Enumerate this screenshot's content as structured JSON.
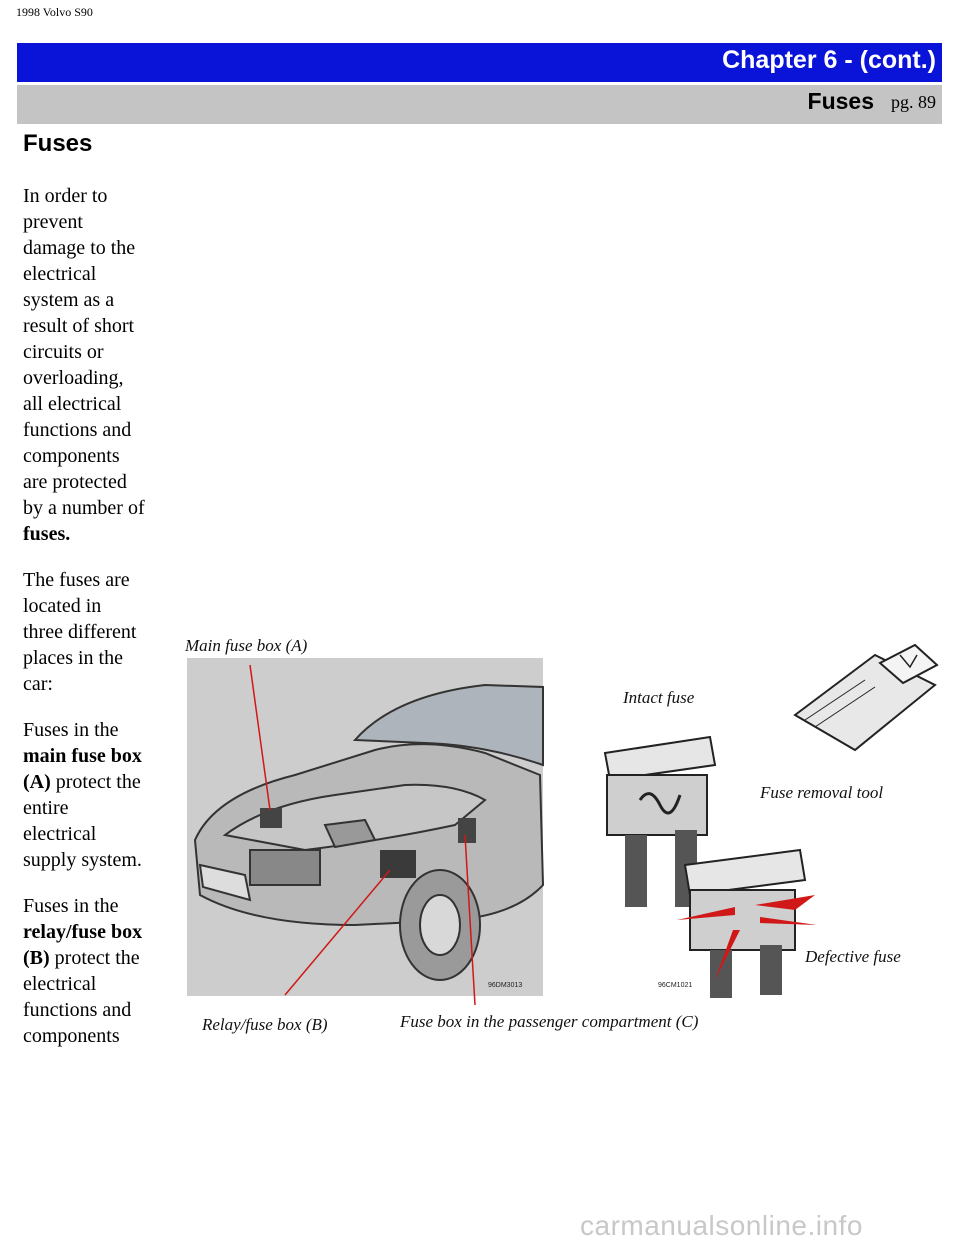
{
  "doc_header": "1998 Volvo S90",
  "chapter_bar": {
    "title": "Chapter 6 - (cont.)",
    "color": "#0a14d8"
  },
  "section_bar": {
    "title": "Fuses",
    "page": "pg. 89",
    "color": "#c4c4c4"
  },
  "heading": "Fuses",
  "paragraphs": {
    "p1_text": "In order to prevent damage to the electrical system as a result of short circuits or overloading, all electrical functions and components are protected by a number of ",
    "p1_bold": "fuses.",
    "p2": "The fuses are located in three different places in the car:",
    "p3_pre": "Fuses in the ",
    "p3_bold": "main fuse box (A)",
    "p3_post": " protect the entire electrical supply system.",
    "p4_pre": "Fuses in the ",
    "p4_bold": "relay/fuse box (B)",
    "p4_post": " protect the electrical functions and components"
  },
  "figure": {
    "label_main_fuse_box": "Main fuse box (A)",
    "label_relay_fuse_box": "Relay/fuse box (B)",
    "label_passenger_fuse_box": "Fuse box in the passenger compartment (C)",
    "label_intact_fuse": "Intact fuse",
    "label_fuse_removal_tool": "Fuse removal tool",
    "label_defective_fuse": "Defective fuse",
    "code_car": "96DM3013",
    "code_fuse": "96CM1021",
    "accent_red": "#d01818"
  },
  "watermark": "carmanualsonline.info"
}
